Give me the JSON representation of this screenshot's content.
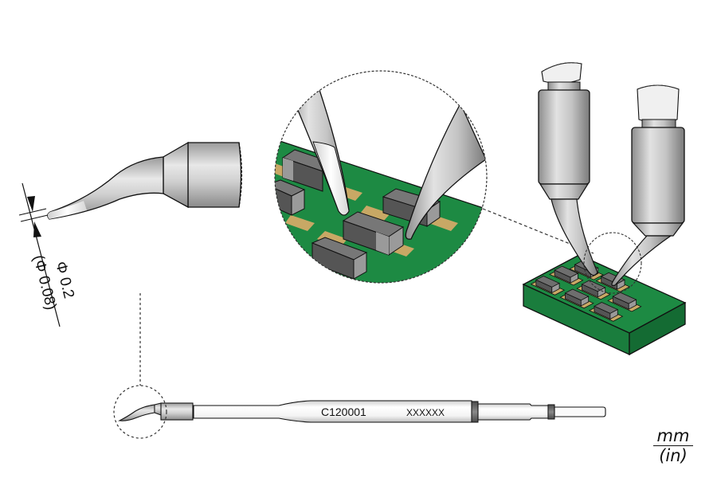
{
  "diagram": {
    "part_number": "C120001",
    "serial_placeholder": "XXXXXX",
    "dimension": {
      "metric": "Φ 0.2",
      "imperial": "(Φ 0.08)"
    },
    "units": {
      "primary": "mm",
      "secondary": "(in)"
    },
    "colors": {
      "pcb_green": "#1d8a43",
      "pcb_green_dark": "#146b33",
      "pad_gold": "#c8a865",
      "component_dark": "#555555",
      "component_end": "#9a9a9a",
      "tip_metal": "#b8b8b8",
      "outline": "#111111"
    },
    "views": [
      {
        "name": "tip-profile-view"
      },
      {
        "name": "magnified-detail-view"
      },
      {
        "name": "dual-tool-application-view"
      },
      {
        "name": "full-cartridge-view"
      }
    ]
  }
}
